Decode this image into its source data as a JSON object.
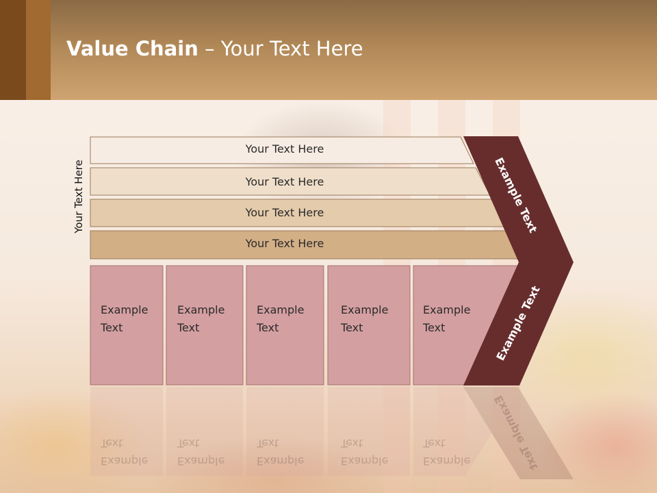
{
  "slide": {
    "title_bold": "Value Chain",
    "title_rest": " – Your Text Here"
  },
  "diagram": {
    "side_label": "Your Text Here",
    "rows": [
      {
        "label": "Your Text Here",
        "color": "#f7ece3"
      },
      {
        "label": "Your Text Here",
        "color": "#efdfca"
      },
      {
        "label": "Your Text Here",
        "color": "#e4cbab"
      },
      {
        "label": "Your Text Here",
        "color": "#d3af86"
      }
    ],
    "boxes": [
      {
        "line1": "Example",
        "line2": "Text"
      },
      {
        "line1": "Example",
        "line2": "Text"
      },
      {
        "line1": "Example",
        "line2": "Text"
      },
      {
        "line1": "Example",
        "line2": "Text"
      },
      {
        "line1": "Example",
        "line2": "Text"
      }
    ],
    "chevron_top_label": "Example Text",
    "chevron_bottom_label": "Example Text",
    "colors": {
      "box_fill": "#d49fa1",
      "box_border": "#a47070",
      "chevron": "#672d2d",
      "row_border": "#9b7a5a"
    }
  }
}
